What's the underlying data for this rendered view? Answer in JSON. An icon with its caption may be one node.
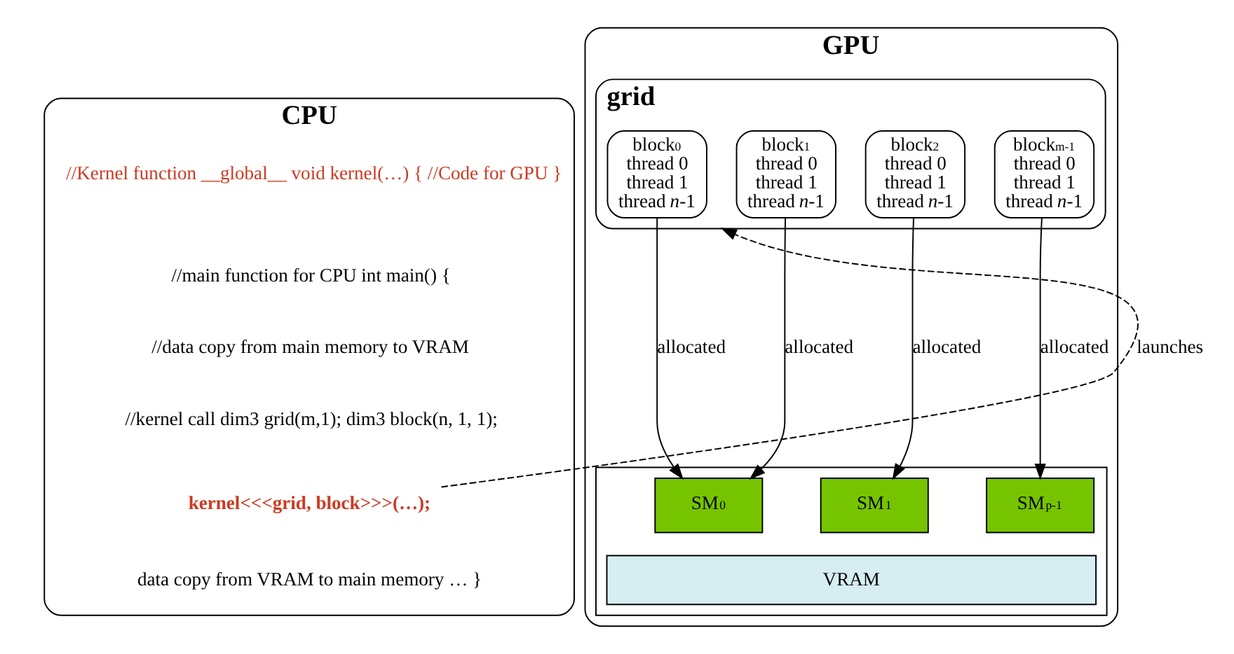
{
  "diagram": {
    "nodes": [
      {
        "text": [
          "CPU"
        ]
      },
      {
        "text": [
          "//Kernel function __global__ void kernel(…) { //Code for GPU }"
        ],
        "in": 0
      },
      {
        "text": [
          "//main function for CPU int main() {"
        ],
        "in": 0
      },
      {
        "text": [
          "//data copy from main memory to VRAM"
        ],
        "in": 0
      },
      {
        "text": [
          "//kernel call dim3 grid(m,1); dim3 block(n, 1, 1);"
        ],
        "in": 0
      },
      {
        "text": [
          "kernel<<<grid, block>>>(…);"
        ],
        "in": 0
      },
      {
        "text": [
          "data copy from VRAM to main memory … }"
        ],
        "in": 0
      },
      {
        "text": [
          "GPU"
        ]
      },
      {
        "text": [
          "grid"
        ],
        "in": 7
      },
      {
        "text": [
          "block$_{0}$",
          "thread 0",
          "thread 1",
          "thread *n*-1"
        ],
        "in": 8
      },
      {
        "text": [
          "block$_{1}$",
          "thread 0",
          "thread 1",
          "thread *n*-1"
        ],
        "in": 8
      },
      {
        "text": [
          "block$_{2}$",
          "thread 0",
          "thread 1",
          "thread *n*-1"
        ],
        "in": 8
      },
      {
        "text": [
          "block$_{m-1}$",
          "thread 0",
          "thread 1",
          "thread *n*-1"
        ],
        "in": 8
      },
      {
        "text": [],
        "shape": "box",
        "in": 7
      },
      {
        "text": [
          "SM$_{0}$"
        ],
        "in": 13
      },
      {
        "text": [
          "SM$_{1}$"
        ],
        "in": 13
      },
      {
        "text": [
          "SM$_{p-1}$"
        ],
        "in": 13
      },
      {
        "text": [
          "VRAM"
        ],
        "in": 13
      }
    ],
    "edges": [
      {
        "from": 5,
        "to": 8,
        "arrow": "to",
        "label": "launches",
        "style": "dashed"
      },
      {
        "from": 9,
        "to": 14,
        "arrow": "to",
        "label": "allocated"
      },
      {
        "from": 10,
        "to": 14,
        "arrow": "to",
        "label": "allocated"
      },
      {
        "from": 11,
        "to": 15,
        "arrow": "to",
        "label": "allocated"
      },
      {
        "from": 12,
        "to": 16,
        "arrow": "to",
        "label": "allocated"
      }
    ]
  }
}
